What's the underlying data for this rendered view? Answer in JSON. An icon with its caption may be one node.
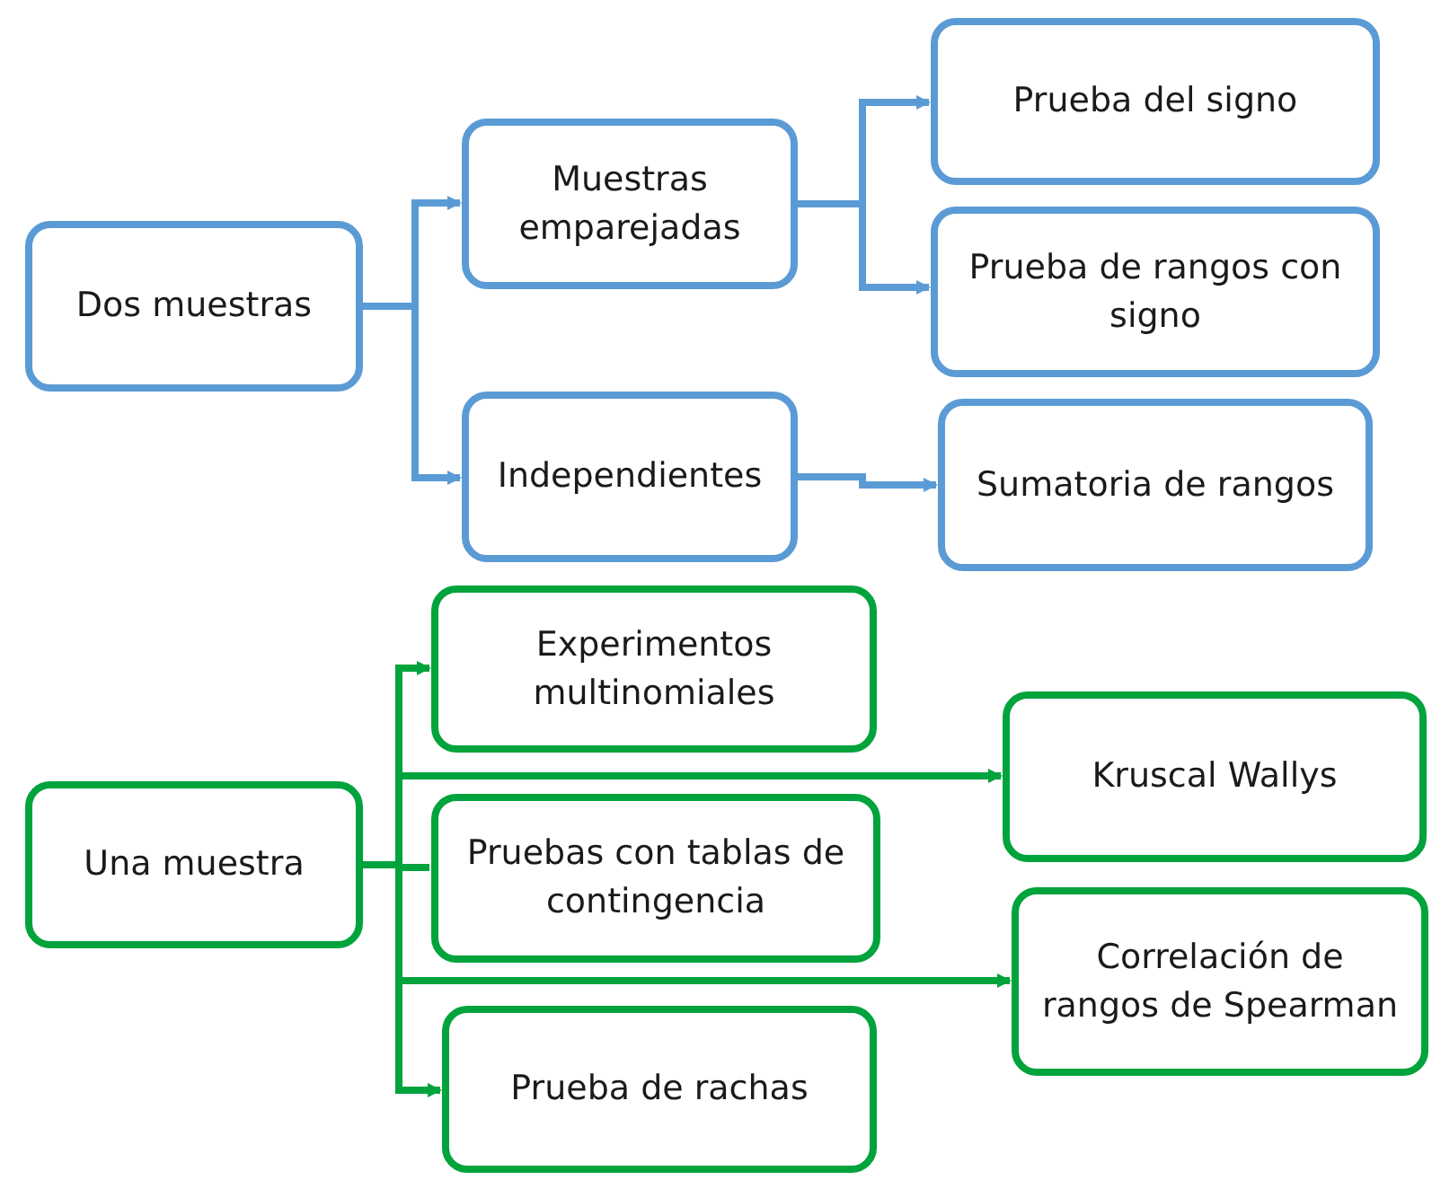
{
  "diagram": {
    "nodes": [
      {
        "text": [
          "Dos muestras"
        ]
      },
      {
        "text": [
          "Muestras emparejadas"
        ]
      },
      {
        "text": [
          "Independientes"
        ]
      },
      {
        "text": [
          "Prueba del signo"
        ]
      },
      {
        "text": [
          "Prueba de rangos con signo"
        ]
      },
      {
        "text": [
          "Sumatoria de rangos"
        ]
      },
      {
        "text": [
          "Una muestra"
        ]
      },
      {
        "text": [
          "Experimentos multinomiales"
        ]
      },
      {
        "text": [
          "Pruebas con tablas de contingencia"
        ]
      },
      {
        "text": [
          "Kruscal Wallys"
        ]
      },
      {
        "text": [
          "Correlación de rangos de Spearman"
        ]
      },
      {
        "text": [
          "Prueba de rachas"
        ]
      }
    ],
    "edges": [
      {
        "from": 0,
        "to": 1,
        "arrow": "to",
        "color": "#5b9bd5"
      },
      {
        "from": 0,
        "to": 2,
        "arrow": "to",
        "color": "#5b9bd5"
      },
      {
        "from": 1,
        "to": 3,
        "arrow": "to",
        "color": "#5b9bd5"
      },
      {
        "from": 1,
        "to": 4,
        "arrow": "to",
        "color": "#5b9bd5"
      },
      {
        "from": 2,
        "to": 5,
        "arrow": "to",
        "color": "#5b9bd5"
      },
      {
        "from": 6,
        "to": 7,
        "arrow": "to",
        "color": "#00a33c"
      },
      {
        "from": 6,
        "to": 9,
        "arrow": "to",
        "color": "#00a33c"
      },
      {
        "from": 6,
        "to": 8,
        "arrow": "none",
        "color": "#00a33c"
      },
      {
        "from": 6,
        "to": 10,
        "arrow": "to",
        "color": "#00a33c"
      },
      {
        "from": 6,
        "to": 11,
        "arrow": "to",
        "color": "#00a33c"
      }
    ]
  }
}
